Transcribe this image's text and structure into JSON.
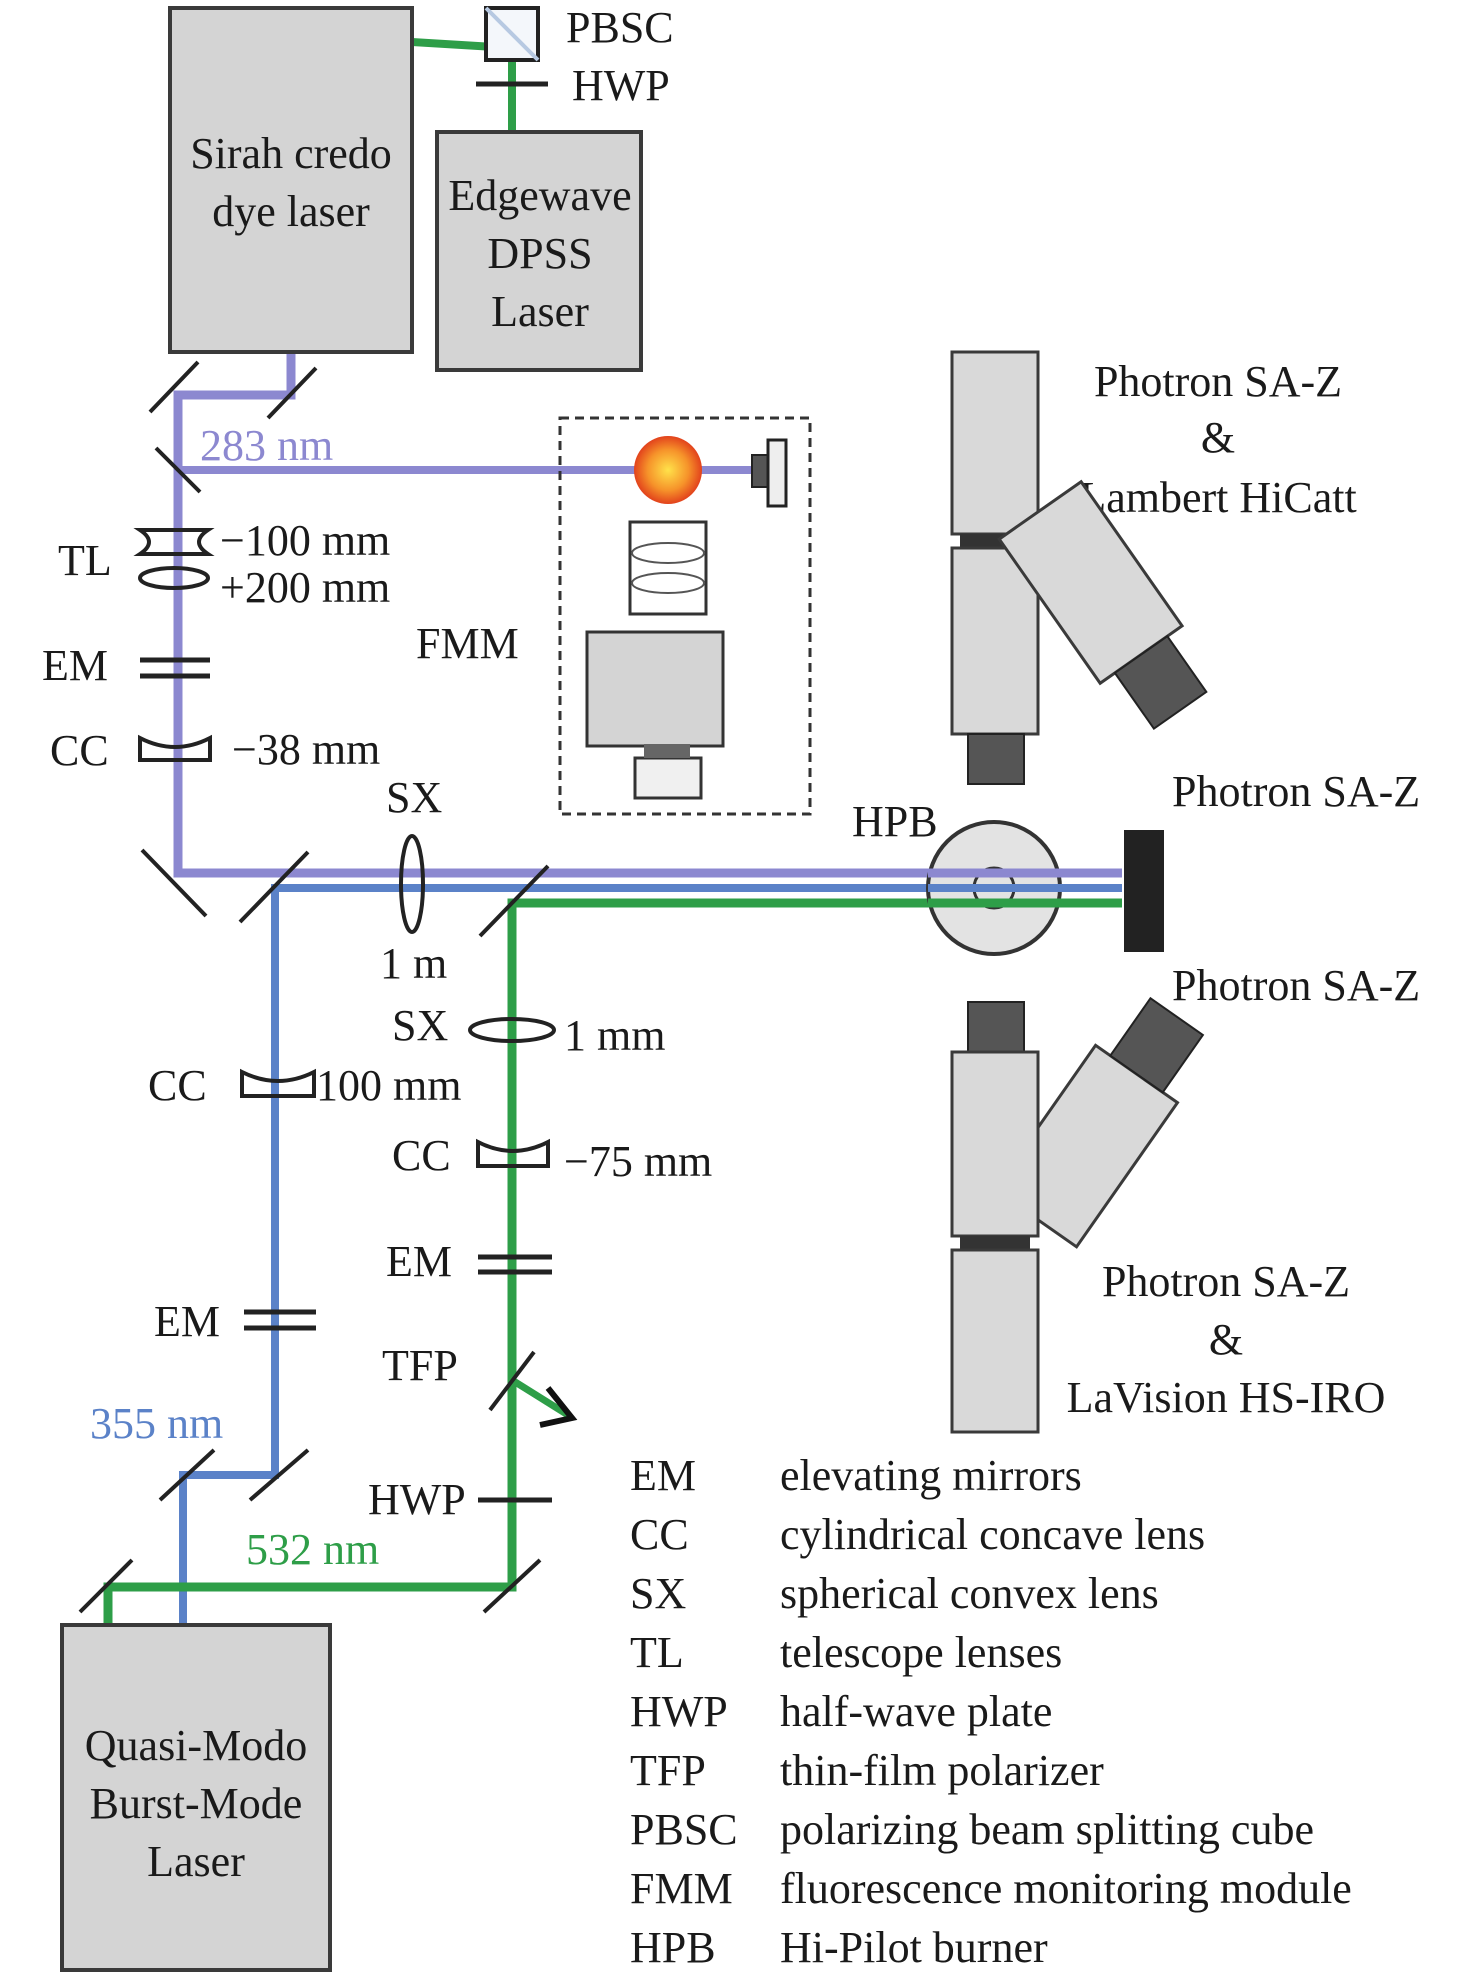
{
  "lasers": {
    "sirah": [
      "Sirah credo",
      "dye laser"
    ],
    "edgewave": [
      "Edgewave",
      "DPSS",
      "Laser"
    ],
    "quasimodo": [
      "Quasi-Modo",
      "Burst-Mode",
      "Laser"
    ]
  },
  "components": {
    "pbsc": "PBSC",
    "hwp_top": "HWP",
    "tl": "TL",
    "tl_neg": "−100 mm",
    "tl_pos": "+200 mm",
    "em_upper": "EM",
    "cc_upper": "CC",
    "cc_upper_f": "−38 mm",
    "fmm": "FMM",
    "sx_main": "SX",
    "sx_main_f": "1 m",
    "hpb": "HPB",
    "sx_green": "SX",
    "sx_green_f": "1 mm",
    "cc_blue": "CC",
    "cc_blue_f": "100 mm",
    "cc_green": "CC",
    "cc_green_f": "−75 mm",
    "em_green": "EM",
    "em_blue": "EM",
    "tfp": "TFP",
    "hwp_bottom": "HWP"
  },
  "wavelengths": {
    "uv283": "283 nm",
    "uv355": "355 nm",
    "green532": "532 nm"
  },
  "cameras": {
    "top": [
      "Photron SA-Z",
      "&",
      "Lambert HiCatt"
    ],
    "upper_right": "Photron SA-Z",
    "lower_right": "Photron SA-Z",
    "bottom": [
      "Photron SA-Z",
      "&",
      "LaVision HS-IRO"
    ]
  },
  "legend": [
    {
      "abbr": "EM",
      "desc": "elevating mirrors"
    },
    {
      "abbr": "CC",
      "desc": "cylindrical concave lens"
    },
    {
      "abbr": "SX",
      "desc": "spherical convex lens"
    },
    {
      "abbr": "TL",
      "desc": "telescope lenses"
    },
    {
      "abbr": "HWP",
      "desc": "half-wave plate"
    },
    {
      "abbr": "TFP",
      "desc": "thin-film polarizer"
    },
    {
      "abbr": "PBSC",
      "desc": "polarizing beam splitting cube"
    },
    {
      "abbr": "FMM",
      "desc": "fluorescence monitoring module"
    },
    {
      "abbr": "HPB",
      "desc": "Hi-Pilot burner"
    }
  ],
  "colors": {
    "beam_283": "#8c88d0",
    "beam_355": "#5b82c8",
    "beam_532": "#2e9e48"
  }
}
